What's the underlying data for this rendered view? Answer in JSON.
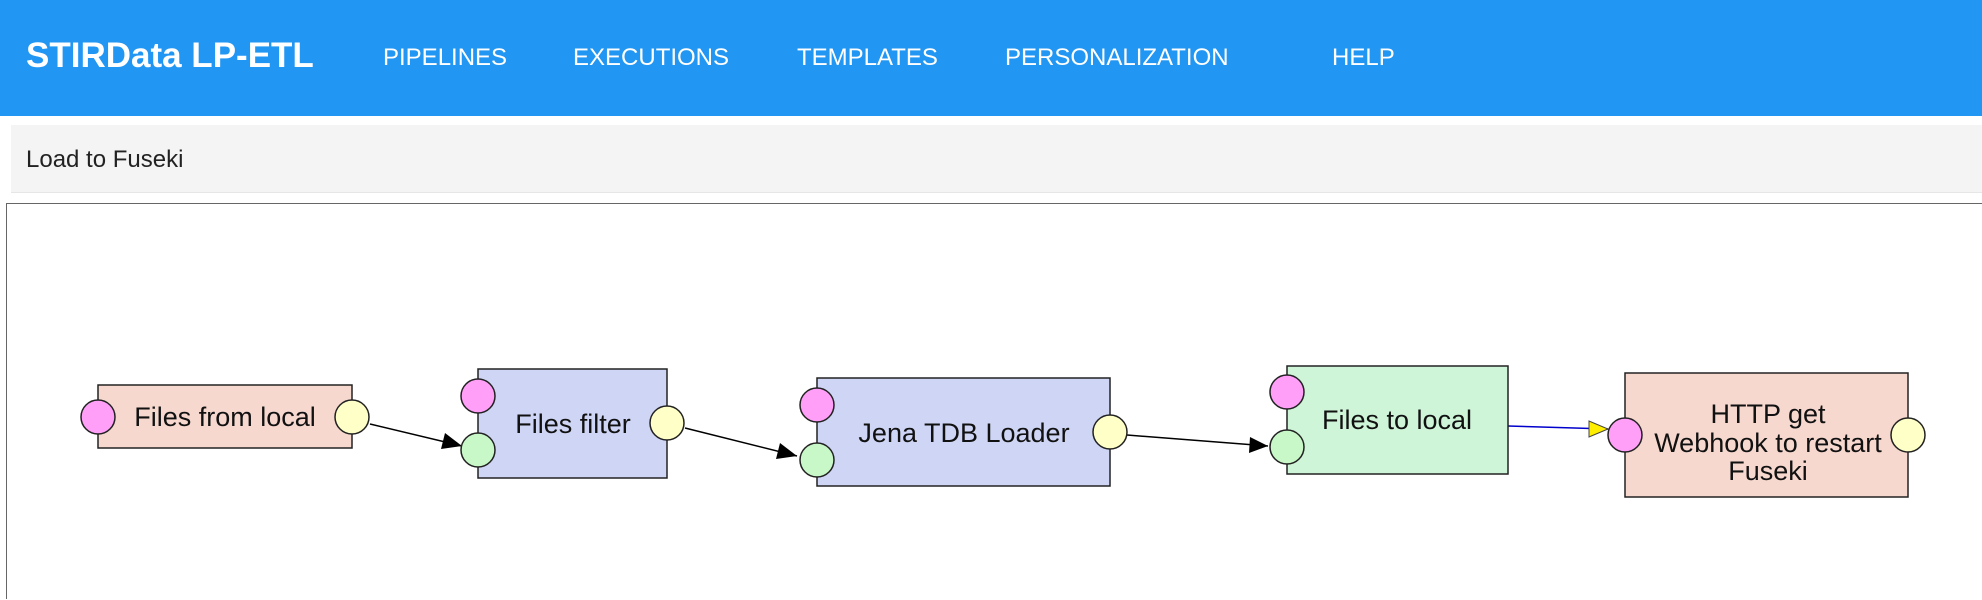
{
  "header": {
    "brand": "STIRData LP-ETL",
    "nav": [
      {
        "label": "PIPELINES"
      },
      {
        "label": "EXECUTIONS"
      },
      {
        "label": "TEMPLATES"
      },
      {
        "label": "PERSONALIZATION"
      },
      {
        "label": "HELP"
      }
    ]
  },
  "pipeline": {
    "name": "Load to Fuseki",
    "components": [
      {
        "lines": [
          "Files from local"
        ]
      },
      {
        "lines": [
          "Files filter"
        ]
      },
      {
        "lines": [
          "Jena TDB Loader"
        ]
      },
      {
        "lines": [
          "Files to local"
        ]
      },
      {
        "lines": [
          "HTTP get",
          "Webhook to restart",
          "Fuseki"
        ]
      }
    ]
  },
  "colors": {
    "header_bg": "#2196f3",
    "header_text": "#ffffff",
    "component_extractor": "#f6d8cf",
    "component_transformer": "#cfd6f5",
    "component_loader": "#cef5d8",
    "port_pink": "#ff9ff8",
    "port_yellow": "#ffffc8",
    "port_green": "#c8f7c8",
    "run_after_edge": "#0000cc",
    "run_after_arrow": "#ffee00",
    "data_edge": "#000000"
  }
}
